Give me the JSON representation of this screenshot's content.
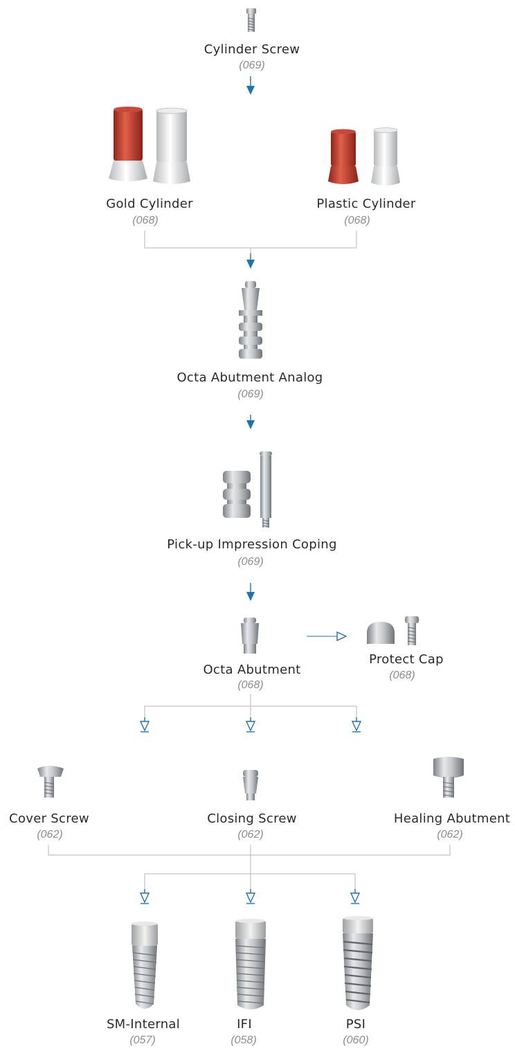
{
  "nodes": {
    "cylinder_screw": {
      "name": "Cylinder Screw",
      "ref": "(069)"
    },
    "gold_cylinder": {
      "name": "Gold Cylinder",
      "ref": "(068)"
    },
    "plastic_cylinder": {
      "name": "Plastic Cylinder",
      "ref": "(068)"
    },
    "octa_abutment_analog": {
      "name": "Octa Abutment Analog",
      "ref": "(069)"
    },
    "pickup_impression": {
      "name": "Pick-up Impression Coping",
      "ref": "(069)"
    },
    "octa_abutment": {
      "name": "Octa Abutment",
      "ref": "(068)"
    },
    "protect_cap": {
      "name": "Protect Cap",
      "ref": "(068)"
    },
    "cover_screw": {
      "name": "Cover Screw",
      "ref": "(062)"
    },
    "closing_screw": {
      "name": "Closing Screw",
      "ref": "(062)"
    },
    "healing_abutment": {
      "name": "Healing Abutment",
      "ref": "(062)"
    },
    "sm_internal": {
      "name": "SM-Internal",
      "ref": "(057)"
    },
    "ifi": {
      "name": "IFI",
      "ref": "(058)"
    },
    "psi": {
      "name": "PSI",
      "ref": "(060)"
    }
  },
  "colors": {
    "arrow": "#1a74b8",
    "connector": "#b4b4b4",
    "gold": "#c0392b",
    "metal": "#b9bcbf"
  }
}
